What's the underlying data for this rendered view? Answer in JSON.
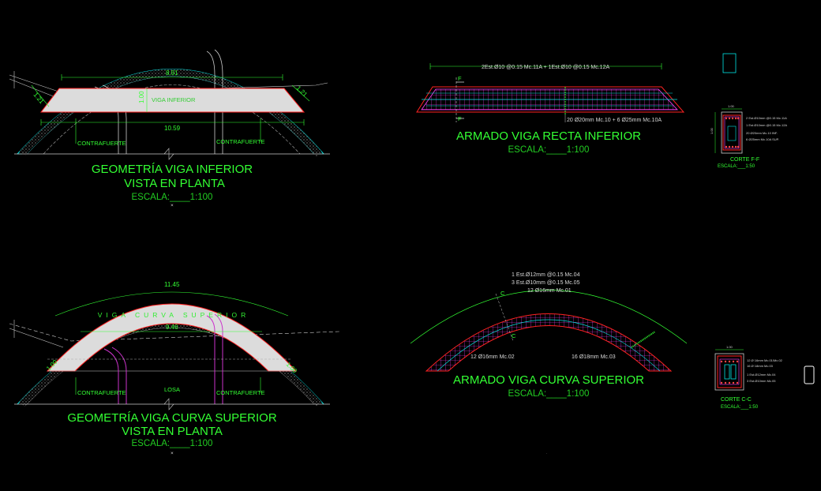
{
  "drawing1": {
    "title1": "GEOMETRÍA VIGA INFERIOR",
    "title2": "VISTA EN PLANTA",
    "scale": "ESCALA:____1:100",
    "dim_top": "8.91",
    "dim_bottom": "10.59",
    "dim_height": "1.00",
    "dim_left": "1.21",
    "dim_right": "1.21",
    "beam_label": "VIGA INFERIOR",
    "label_left": "CONTRAFUERTE",
    "label_right": "CONTRAFUERTE"
  },
  "drawing2": {
    "title1": "ARMADO VIGA RECTA INFERIOR",
    "scale": "ESCALA:____1:100",
    "note_top": "2Est.Ø10 @0.15 Mc.11A + 1Est.Ø10 @0.15 Mc.12A",
    "note_bottom": "20 Ø20mm Mc.10 + 6 Ø25mm Mc.10A",
    "cut_top": "F",
    "cut_bottom": "F"
  },
  "section_ff": {
    "title": "CORTE F-F",
    "scale": "ESCALA:___1:50",
    "notes": [
      "2 Est.Ø10mm @0.15 Mc.11A",
      "1 Est.Ø10mm @0.15 Mc.12A",
      "20 Ø20mm Mc.10 INF.",
      "6 Ø25mm Mc.10A SUP."
    ],
    "dim_top": "1.00",
    "dim_side": "1.00"
  },
  "drawing3": {
    "title1": "GEOMETRÍA VIGA CURVA SUPERIOR",
    "title2": "VISTA EN PLANTA",
    "scale": "ESCALA:____1:100",
    "dim_outer": "11.45",
    "dim_inner": "9.46",
    "dim_left": "1.00",
    "dim_right": "1.00",
    "beam_label": "VIGA CURVA SUPERIOR",
    "label_left": "CONTRAFUERTE",
    "label_right": "CONTRAFUERTE",
    "label_center": "LOSA"
  },
  "drawing4": {
    "title1": "ARMADO VIGA CURVA SUPERIOR",
    "scale": "ESCALA:____1:100",
    "note1": "1 Est.Ø12mm @0.15 Mc.04",
    "note2": "3 Est.Ø10mm @0.15 Mc.05",
    "note3": "12 Ø16mm Mc.01",
    "note4": "12 Ø16mm Mc.02",
    "note5": "16 Ø18mm Mc.03",
    "cut_top": "C",
    "cut_bottom": "C"
  },
  "section_cc": {
    "title": "CORTE C-C",
    "scale": "ESCALA:___1:50",
    "notes": [
      "12 Ø 16mm Mc.01/Mc.02",
      "16 Ø 18mm Mc.03",
      "1 Est.Ø12mm Mc.04",
      "3 Est.Ø10mm Mc.05"
    ],
    "dim_top": "1.00"
  },
  "colors": {
    "background": "#000000",
    "text": "#33ff33",
    "beam_outline": "#ff2222",
    "rebar": "#ff00ff",
    "stirrup": "#00ffff",
    "fill": "#dcdcdc"
  }
}
